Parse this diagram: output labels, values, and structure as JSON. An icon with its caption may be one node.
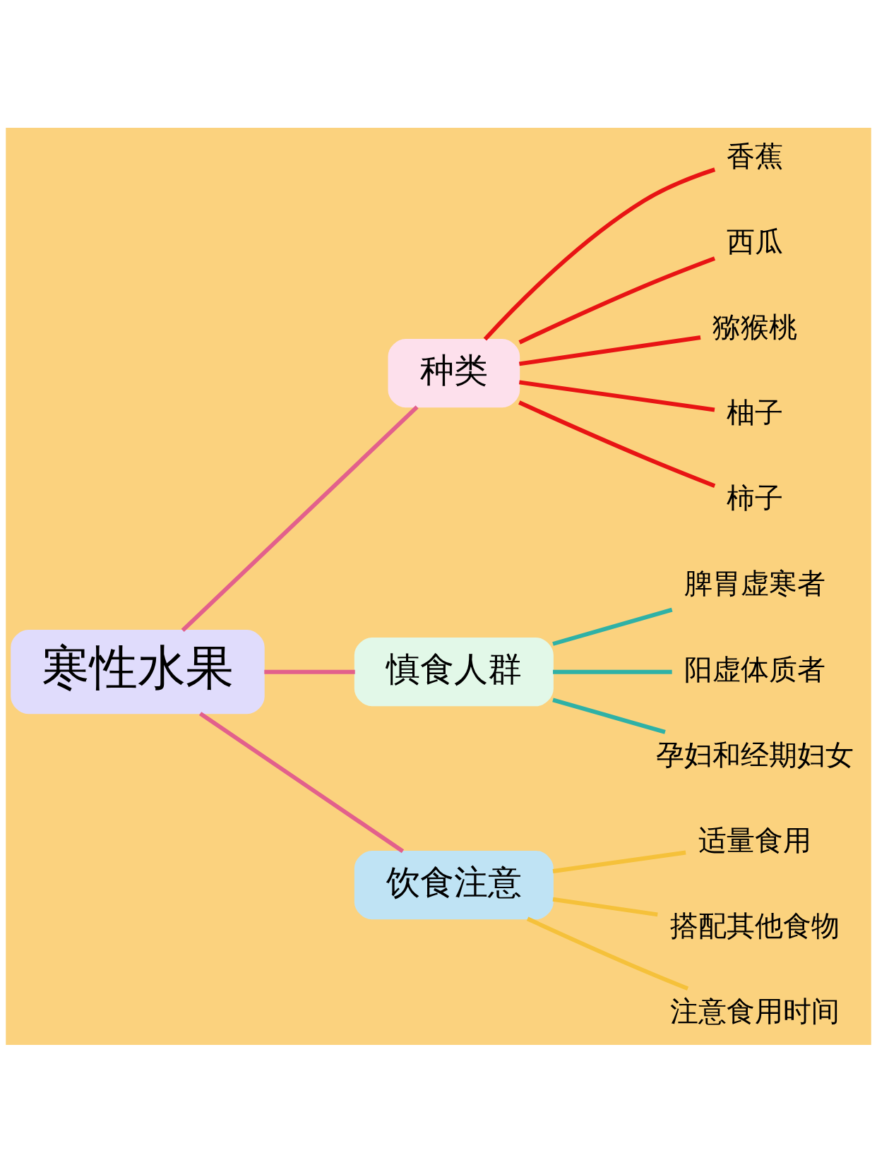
{
  "diagram": {
    "nodes": [
      {
        "text": [
          "寒性水果"
        ]
      },
      {
        "text": [
          "种类"
        ]
      },
      {
        "text": [
          "香蕉"
        ]
      },
      {
        "text": [
          "西瓜"
        ]
      },
      {
        "text": [
          "猕猴桃"
        ]
      },
      {
        "text": [
          "柚子"
        ]
      },
      {
        "text": [
          "柿子"
        ]
      },
      {
        "text": [
          "慎食人群"
        ]
      },
      {
        "text": [
          "脾胃虚寒者"
        ]
      },
      {
        "text": [
          "阳虚体质者"
        ]
      },
      {
        "text": [
          "孕妇和经期妇女"
        ]
      },
      {
        "text": [
          "饮食注意"
        ]
      },
      {
        "text": [
          "适量食用"
        ]
      },
      {
        "text": [
          "搭配其他食物"
        ]
      },
      {
        "text": [
          "注意食用时间"
        ]
      }
    ],
    "edges": [
      {
        "from": 0,
        "to": 1,
        "arrow": "none",
        "color": "#e2608c"
      },
      {
        "from": 0,
        "to": 7,
        "arrow": "none",
        "color": "#e2608c"
      },
      {
        "from": 0,
        "to": 11,
        "arrow": "none",
        "color": "#e2608c"
      },
      {
        "from": 1,
        "to": 2,
        "arrow": "none",
        "color": "#e81414"
      },
      {
        "from": 1,
        "to": 3,
        "arrow": "none",
        "color": "#e81414"
      },
      {
        "from": 1,
        "to": 4,
        "arrow": "none",
        "color": "#e81414"
      },
      {
        "from": 1,
        "to": 5,
        "arrow": "none",
        "color": "#e81414"
      },
      {
        "from": 1,
        "to": 6,
        "arrow": "none",
        "color": "#e81414"
      },
      {
        "from": 7,
        "to": 8,
        "arrow": "none",
        "color": "#2fb1a6"
      },
      {
        "from": 7,
        "to": 9,
        "arrow": "none",
        "color": "#2fb1a6"
      },
      {
        "from": 7,
        "to": 10,
        "arrow": "none",
        "color": "#2fb1a6"
      },
      {
        "from": 11,
        "to": 12,
        "arrow": "none",
        "color": "#f5c13a"
      },
      {
        "from": 11,
        "to": 13,
        "arrow": "none",
        "color": "#f5c13a"
      },
      {
        "from": 11,
        "to": 14,
        "arrow": "none",
        "color": "#f5c13a"
      }
    ]
  }
}
